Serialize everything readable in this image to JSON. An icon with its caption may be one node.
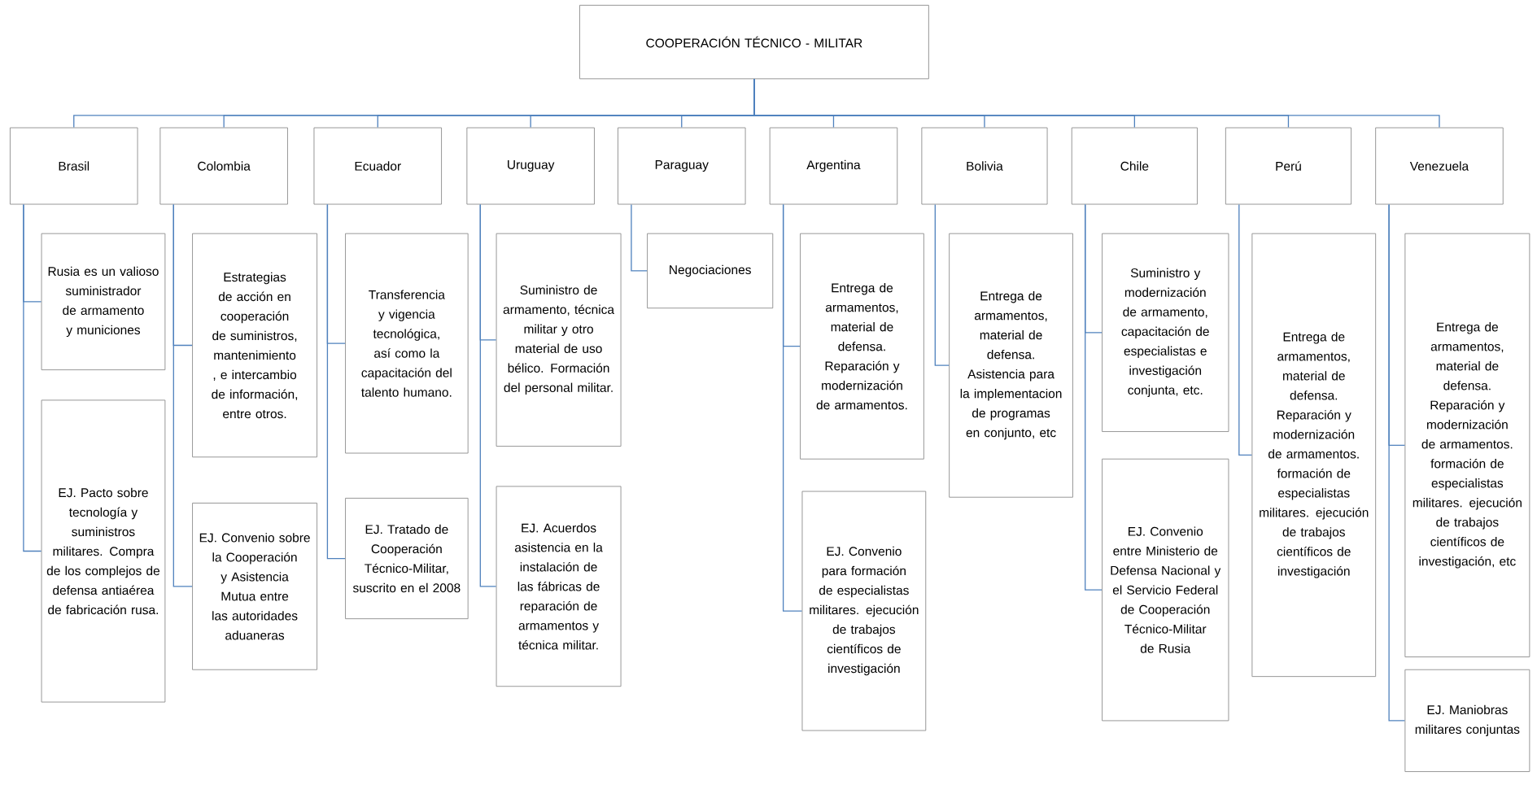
{
  "diagram": {
    "nodes": [
      {
        "text": [
          "COOPERACIÓN TÉCNICO - MILITAR"
        ]
      },
      {
        "text": [
          "Brasil"
        ]
      },
      {
        "text": [
          "Colombia"
        ]
      },
      {
        "text": [
          "Ecuador"
        ]
      },
      {
        "text": [
          "Uruguay"
        ]
      },
      {
        "text": [
          "Paraguay"
        ]
      },
      {
        "text": [
          "Argentina"
        ]
      },
      {
        "text": [
          "Bolivia"
        ]
      },
      {
        "text": [
          "Chile"
        ]
      },
      {
        "text": [
          "Perú"
        ]
      },
      {
        "text": [
          "Venezuela"
        ]
      },
      {
        "text": [
          "Rusia es un valioso suministrador de armamento y municiones"
        ]
      },
      {
        "text": [
          "EJ. Pacto sobre tecnología y suministros militares. Compra de los complejos de defensa antiaérea de fabricación rusa."
        ]
      },
      {
        "text": [
          "Estrategias de acción en cooperación de suministros, mantenimiento , e intercambio de información, entre otros."
        ]
      },
      {
        "text": [
          "EJ. Convenio sobre la Cooperación y Asistencia Mutua entre las autoridades aduaneras"
        ]
      },
      {
        "text": [
          "Transferencia y vigencia tecnológica, así como la capacitación del talento humano."
        ]
      },
      {
        "text": [
          "EJ. Tratado de Cooperación Técnico-Militar, suscrito en el 2008"
        ]
      },
      {
        "text": [
          "Suministro de armamento, técnica militar y otro material de uso bélico. Formación del personal militar."
        ]
      },
      {
        "text": [
          "EJ. Acuerdos asistencia en la instalación de las fábricas de reparación de armamentos y técnica militar."
        ]
      },
      {
        "text": [
          "Negociaciones"
        ]
      },
      {
        "text": [
          "Entrega de armamentos, material de defensa. Reparación y modernización de armamentos."
        ]
      },
      {
        "text": [
          "EJ. Convenio para formación de especialistas militares. ejecución de trabajos científicos de investigación"
        ]
      },
      {
        "text": [
          "Entrega de armamentos, material de defensa. Asistencia para la implementacion de programas en conjunto, etc"
        ]
      },
      {
        "text": [
          "Suministro y modernización de armamento, capacitación de especialistas e investigación conjunta, etc."
        ]
      },
      {
        "text": [
          "EJ. Convenio entre Ministerio de Defensa Nacional y el Servicio Federal de Cooperación Técnico-Militar de Rusia"
        ]
      },
      {
        "text": [
          "Entrega de armamentos, material de defensa. Reparación y modernización de armamentos. formación de especialistas militares. ejecución de trabajos científicos de investigación"
        ]
      },
      {
        "text": [
          "Entrega de armamentos, material de defensa. Reparación y modernización de armamentos. formación de especialistas militares. ejecución de trabajos científicos de investigación, etc"
        ]
      },
      {
        "text": [
          "EJ. Maniobras militares conjuntas"
        ]
      }
    ],
    "edges": [
      {
        "from": 0,
        "to": 1,
        "arrow": "none"
      },
      {
        "from": 0,
        "to": 2,
        "arrow": "none"
      },
      {
        "from": 0,
        "to": 3,
        "arrow": "none"
      },
      {
        "from": 0,
        "to": 4,
        "arrow": "none"
      },
      {
        "from": 0,
        "to": 5,
        "arrow": "none"
      },
      {
        "from": 0,
        "to": 6,
        "arrow": "none"
      },
      {
        "from": 0,
        "to": 7,
        "arrow": "none"
      },
      {
        "from": 0,
        "to": 8,
        "arrow": "none"
      },
      {
        "from": 0,
        "to": 9,
        "arrow": "none"
      },
      {
        "from": 0,
        "to": 10,
        "arrow": "none"
      },
      {
        "from": 1,
        "to": 11,
        "arrow": "none"
      },
      {
        "from": 1,
        "to": 12,
        "arrow": "none"
      },
      {
        "from": 2,
        "to": 13,
        "arrow": "none"
      },
      {
        "from": 2,
        "to": 14,
        "arrow": "none"
      },
      {
        "from": 3,
        "to": 15,
        "arrow": "none"
      },
      {
        "from": 3,
        "to": 16,
        "arrow": "none"
      },
      {
        "from": 4,
        "to": 17,
        "arrow": "none"
      },
      {
        "from": 4,
        "to": 18,
        "arrow": "none"
      },
      {
        "from": 5,
        "to": 19,
        "arrow": "none"
      },
      {
        "from": 6,
        "to": 20,
        "arrow": "none"
      },
      {
        "from": 6,
        "to": 21,
        "arrow": "none"
      },
      {
        "from": 7,
        "to": 22,
        "arrow": "none"
      },
      {
        "from": 8,
        "to": 23,
        "arrow": "none"
      },
      {
        "from": 8,
        "to": 24,
        "arrow": "none"
      },
      {
        "from": 9,
        "to": 25,
        "arrow": "none"
      },
      {
        "from": 10,
        "to": 26,
        "arrow": "none"
      },
      {
        "from": 10,
        "to": 27,
        "arrow": "none"
      }
    ]
  }
}
